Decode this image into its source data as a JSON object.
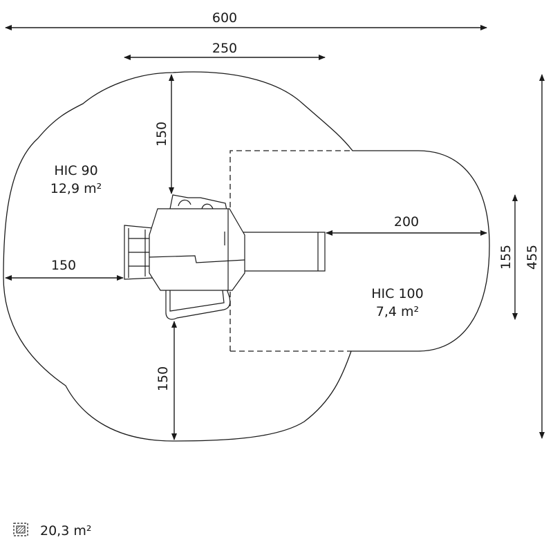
{
  "dimensions": {
    "overall_width": "600",
    "upper_width": "250",
    "top_depth": "150",
    "left_depth": "150",
    "slide_length": "200",
    "bottom_depth": "150",
    "right_inner": "155",
    "overall_depth": "455"
  },
  "zones": {
    "hic90": {
      "label": "HIC 90",
      "area": "12,9 m²"
    },
    "hic100": {
      "label": "HIC 100",
      "area": "7,4 m²"
    }
  },
  "legend": {
    "total_area": "20,3 m²",
    "icon": "hatched-area-icon"
  }
}
